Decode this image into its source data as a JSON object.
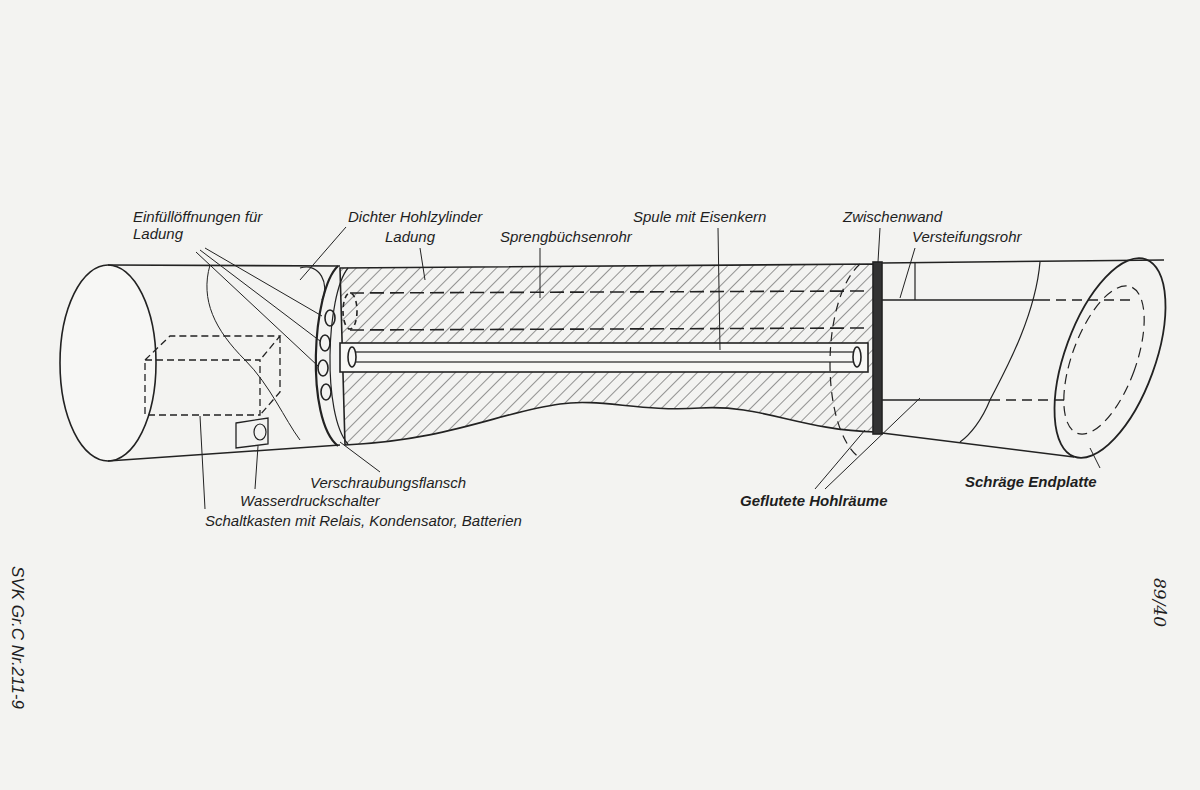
{
  "diagram": {
    "labels": [
      "Einfüllöffnungen für Ladung",
      "Dichter Hohlzylinder",
      "Ladung",
      "Sprengbüchsenrohr",
      "Spule mit Eisenkern",
      "Zwischenwand",
      "Versteifungsrohr",
      "Verschraubungsflansch",
      "Wasserdruckschalter",
      "Schaltkasten mit Relais, Kondensator, Batterien",
      "Geflutete Hohlräume",
      "Schräge Endplatte",
      "SVK Gr.C Nr.211-9",
      "89/40"
    ]
  }
}
